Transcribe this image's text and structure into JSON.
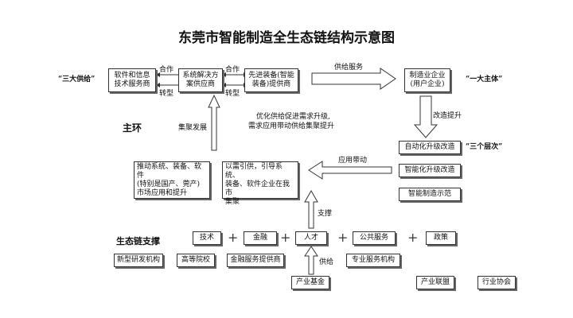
{
  "title": "东莞市智能制造全生态链结构示意图",
  "top_row": {
    "software_provider": [
      "软件和信息",
      "技术服务商"
    ],
    "solution_provider": [
      "系统解决方",
      "案供应商"
    ],
    "equipment_provider": [
      "先进装备(智能",
      "装备)提供商"
    ],
    "manufacturer": [
      "制造业企业",
      "(用户企业)"
    ]
  },
  "labels": {
    "three_suppliers": "“三大供给”",
    "one_main_body": "“一大主体”",
    "three_levels": "“三个层次”",
    "cooperation_1": "合作",
    "cooperation_2": "合作",
    "transform_1": "转型",
    "transform_2": "转型",
    "supply_service": "供给服务",
    "improve": "改造提升",
    "main_loop": "主环",
    "cluster_dev": "集聚发展",
    "optimize_line1": "优化供给促进需求升级,",
    "optimize_line2": "需求应用带动供给集聚提升",
    "application_drive": "应用带动",
    "support": "支撑",
    "supply": "供给",
    "ecosystem_support": "生态链支撑"
  },
  "levels": [
    "自动化升级改造",
    "智能化升级改造",
    "智能制造示范"
  ],
  "middle": {
    "promote": [
      "推动系统、装备、软件",
      "(特别是国产、莞产)",
      "市场应用和提升"
    ],
    "demand": [
      "以需引供，引导系统、",
      "装备、软件企业在我市",
      "集聚"
    ]
  },
  "support_row": [
    "技术",
    "金融",
    "人才",
    "公共服务",
    "政策"
  ],
  "institutions": [
    "新型研发机构",
    "高等院校",
    "金融服务提供商",
    "专业服务机构"
  ],
  "bottom_row": [
    "产业基金",
    "产业联盟",
    "行业协会"
  ]
}
